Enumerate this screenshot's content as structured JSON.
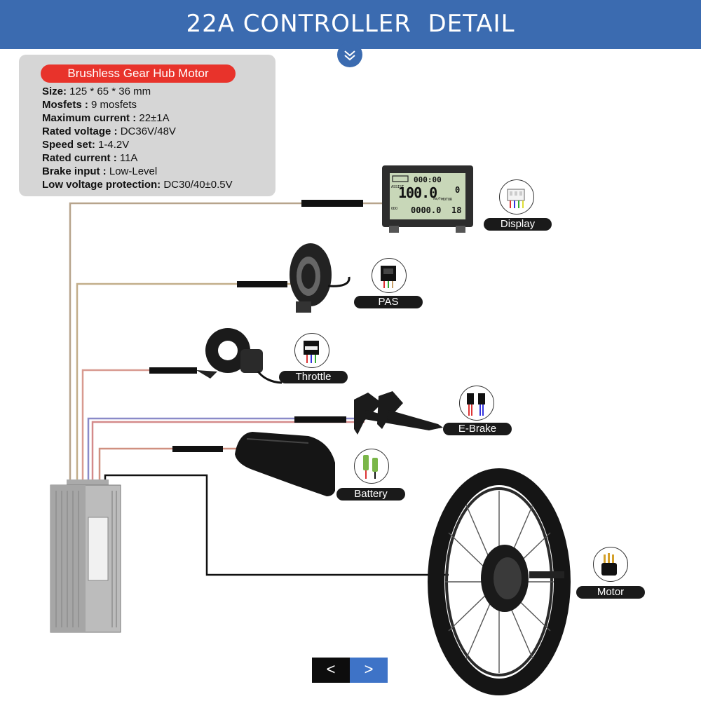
{
  "header": {
    "title": "22A CONTROLLER  DETAIL"
  },
  "spec": {
    "title": "Brushless Gear Hub Motor",
    "rows": [
      {
        "key": "Size:",
        "value": " 125 * 65 * 36  mm"
      },
      {
        "key": "Mosfets :",
        "value": " 9 mosfets"
      },
      {
        "key": "Maximum current :",
        "value": " 22±1A"
      },
      {
        "key": "Rated voltage :",
        "value": " DC36V/48V"
      },
      {
        "key": "Speed set:",
        "value": " 1-4.2V"
      },
      {
        "key": "Rated current :",
        "value": " 11A"
      },
      {
        "key": "Brake input :",
        "value": " Low-Level"
      },
      {
        "key": "Low voltage protection:",
        "value": " DC30/40±0.5V"
      }
    ]
  },
  "components": {
    "display": {
      "label": "Display"
    },
    "pas": {
      "label": "PAS"
    },
    "throttle": {
      "label": "Throttle"
    },
    "ebrake": {
      "label": "E-Brake"
    },
    "battery": {
      "label": "Battery"
    },
    "motor": {
      "label": "Motor"
    }
  },
  "lcd": {
    "time": "000:00",
    "assist_label": "ASSIST",
    "speed": "100.0",
    "unit": "km/h",
    "level": "0",
    "motor_label": "MOTOR",
    "odo_label": "ODO",
    "odo": "0000.0",
    "temp": "18"
  },
  "nav": {
    "prev": "<",
    "next": ">"
  },
  "colors": {
    "header": "#3b6bb0",
    "badge_red": "#e8332b",
    "nav_next": "#3e73c7"
  }
}
